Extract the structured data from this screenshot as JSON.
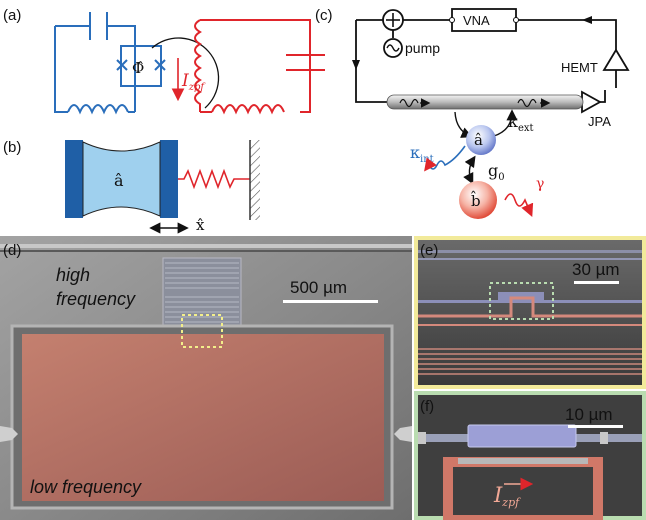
{
  "panels": {
    "a": "(a)",
    "b": "(b)",
    "c": "(c)",
    "d": "(d)",
    "e": "(e)",
    "f": "(f)"
  },
  "panel_a": {
    "flux": "Φ̂",
    "current": "I",
    "current_sub": "zpf"
  },
  "panel_b": {
    "mode": "â",
    "displacement": "x̂"
  },
  "panel_c": {
    "vna": "VNA",
    "pump": "pump",
    "hemt": "HEMT",
    "jpa": "JPA",
    "kappa_int": "κ",
    "kappa_int_sub": "int",
    "kappa_ext": "κ",
    "kappa_ext_sub": "ext",
    "g0": "g",
    "g0_sub": "0",
    "mode_a": "â",
    "mode_b": "b̂",
    "gamma": "γ"
  },
  "panel_d": {
    "label_high": "high",
    "label_high2": "frequency",
    "label_low": "low frequency",
    "scale": "500 µm"
  },
  "panel_e": {
    "scale": "30 µm"
  },
  "panel_f": {
    "scale": "10 µm",
    "current": "I",
    "current_sub": "zpf"
  },
  "colors": {
    "blue": "#2a6ebb",
    "red": "#e0252b",
    "cavity": "#9fd0ee",
    "mirror": "#1f5fa6",
    "chip_bg": "#8e8e8e",
    "red_film": "#b56a60",
    "frame_e": "#f2ea9a",
    "frame_f": "#b9dcb0"
  }
}
